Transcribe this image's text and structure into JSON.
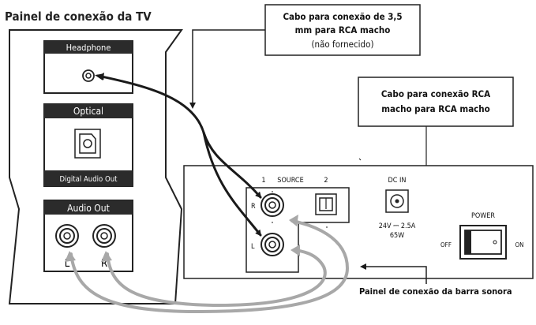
{
  "title": "Painel de conexão da TV",
  "callout_cable_35": {
    "line1": "Cabo para conexão de 3,5",
    "line2": "mm para RCA macho",
    "line3": "(não fornecido)"
  },
  "callout_cable_rca": {
    "line1": "Cabo para conexão RCA",
    "line2": "macho para RCA macho"
  },
  "tv_panel": {
    "headphone_label": "Headphone",
    "optical_label": "Optical",
    "digital_audio_label": "Digital Audio Out",
    "audio_out_label": "Audio Out",
    "left_label": "L",
    "right_label": "R"
  },
  "soundbar_panel": {
    "source_1": "1",
    "source_label": "SOURCE",
    "source_2": "2",
    "dc_in_label": "DC IN",
    "power_spec_1": "24V ⎓ 2.5A",
    "power_spec_2": "65W",
    "power_label": "POWER",
    "off_label": "OFF",
    "on_label": "ON",
    "r_label": "R",
    "l_label": "L",
    "caption": "Painel de conexão da barra sonora"
  },
  "colors": {
    "cable_black": "#1a1a1a",
    "cable_gray": "#a8a8a8",
    "header_fill": "#2b2b2b"
  }
}
